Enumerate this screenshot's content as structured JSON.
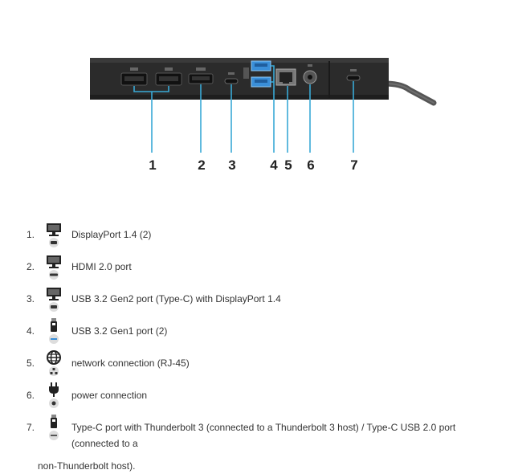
{
  "diagram": {
    "callouts": [
      "1",
      "2",
      "3",
      "4",
      "5",
      "6",
      "7"
    ]
  },
  "ports": [
    {
      "number": "1.",
      "icon": "monitor-dp-icon",
      "label": "DisplayPort 1.4 (2)"
    },
    {
      "number": "2.",
      "icon": "monitor-hdmi-icon",
      "label": "HDMI 2.0 port"
    },
    {
      "number": "3.",
      "icon": "monitor-dp-icon",
      "label": "USB 3.2 Gen2 port (Type-C) with DisplayPort 1.4"
    },
    {
      "number": "4.",
      "icon": "usb-icon",
      "label": "USB 3.2 Gen1 port (2)"
    },
    {
      "number": "5.",
      "icon": "network-globe-icon",
      "label": "network connection (RJ-45)"
    },
    {
      "number": "6.",
      "icon": "power-plug-icon",
      "label": "power connection"
    },
    {
      "number": "7.",
      "icon": "usb-icon",
      "label_line1": "Type-C port with Thunderbolt 3 (connected to a Thunderbolt 3 host) / Type-C USB 2.0 port (connected to a",
      "label_line2": "non-Thunderbolt host)."
    }
  ],
  "colors": {
    "dock_body": "#2b2b2b",
    "callout_line": "#39a9d6",
    "usb_blue": "#3a8fd9",
    "text": "#333333"
  }
}
